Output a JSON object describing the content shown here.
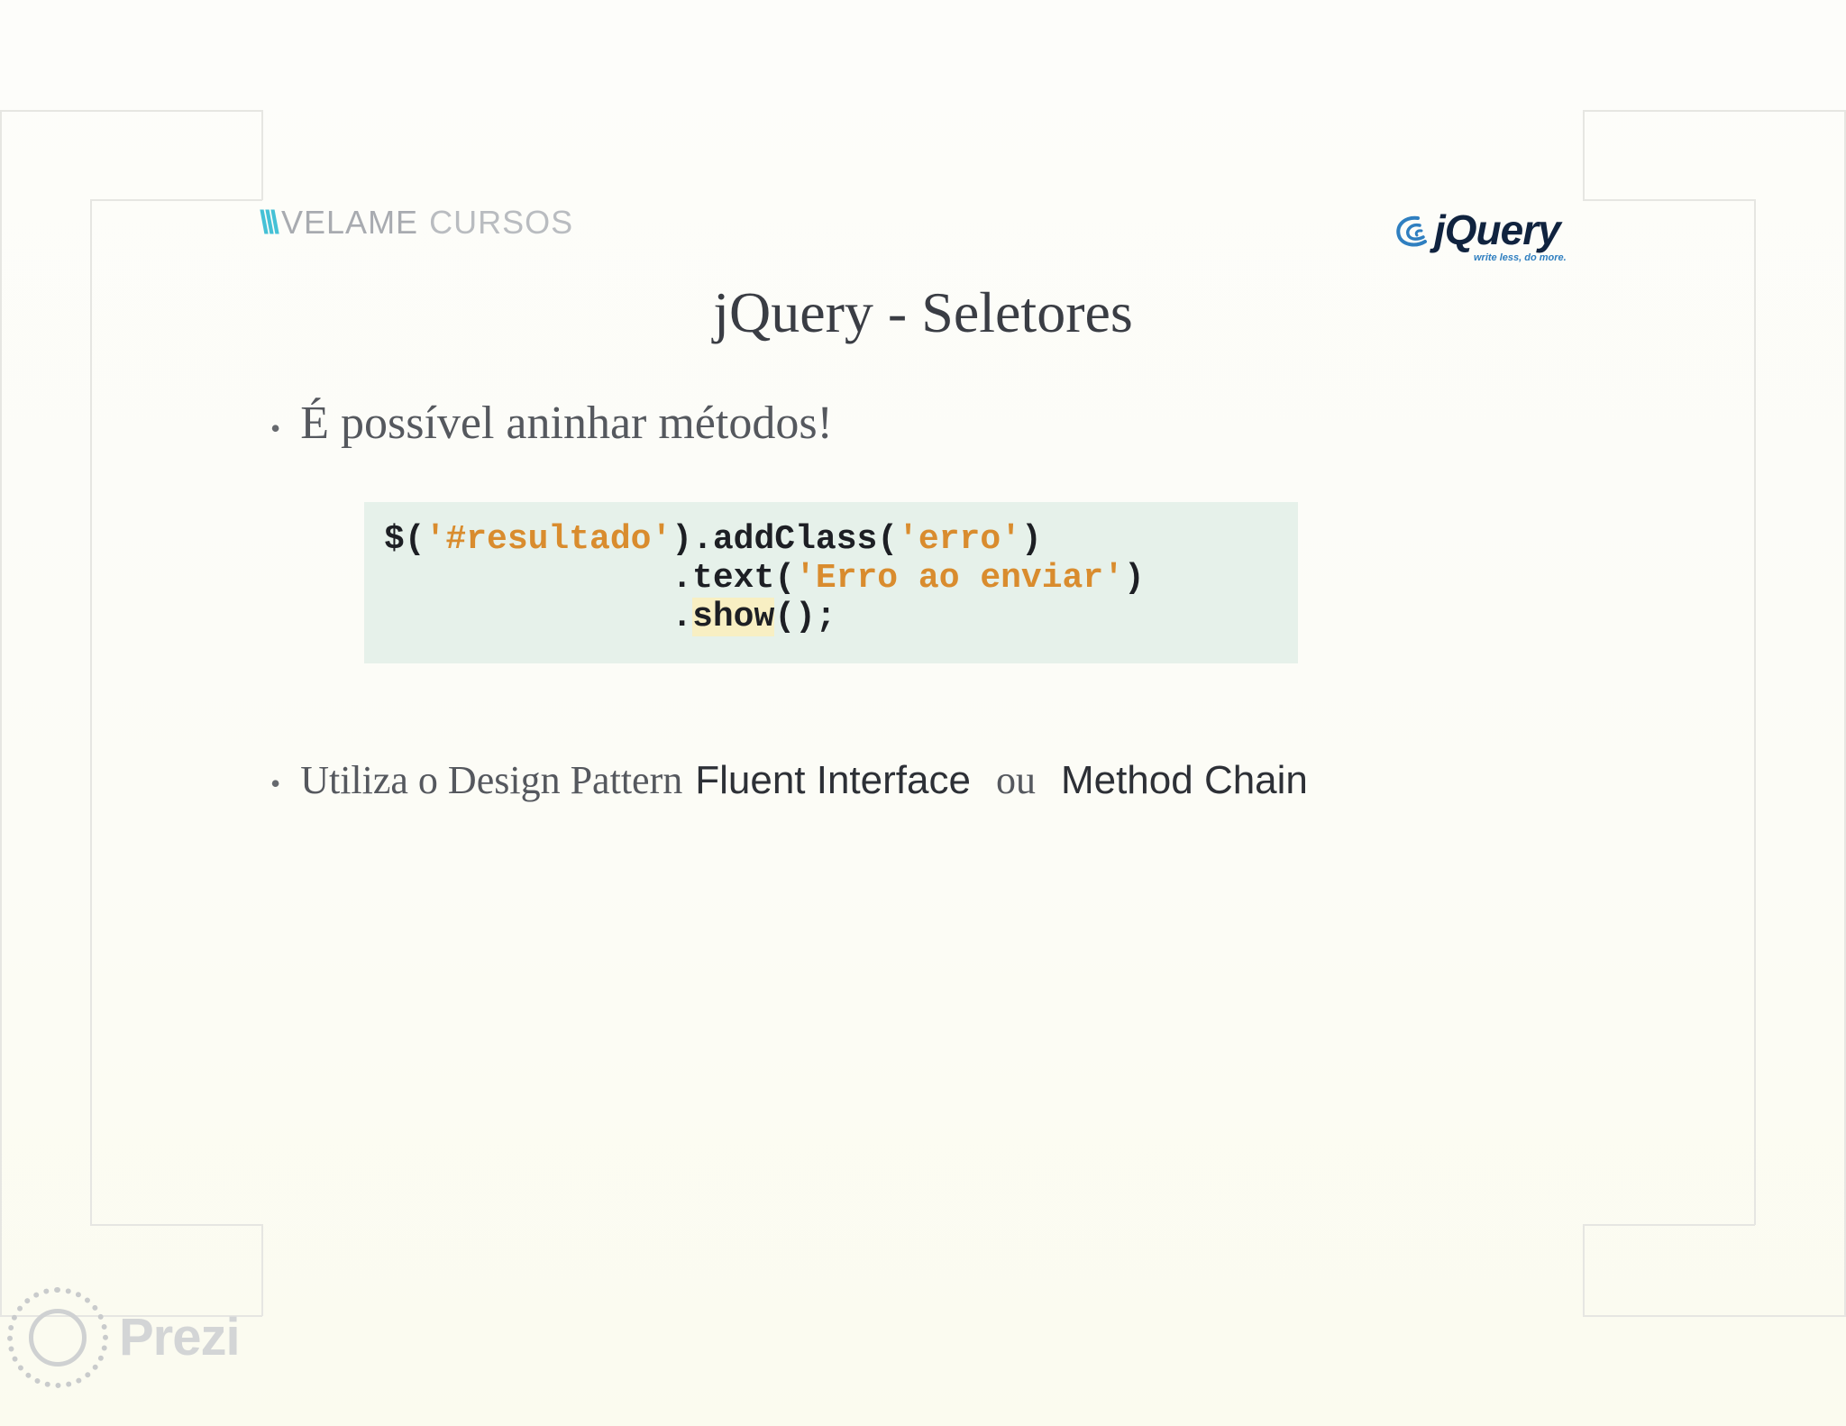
{
  "slide": {
    "brand": {
      "slashes": "\\\\\\",
      "word1": "VELAME",
      "word2": "CURSOS"
    },
    "jquery_logo": {
      "word": "jQuery",
      "tagline": "write less, do more."
    },
    "title": "jQuery - Seletores",
    "bullet1": "É possível aninhar métodos!",
    "code": {
      "line1": {
        "pre": "$(",
        "str1": "'#resultado'",
        "mid": ").addClass(",
        "str2": "'erro'",
        "post": ")"
      },
      "line2": {
        "indent": "              ",
        "pre": ".text(",
        "str": "'Erro ao enviar'",
        "post": ")"
      },
      "line3": {
        "indent": "              ",
        "dot": ".",
        "method": "show",
        "post": "();"
      }
    },
    "bullet2": {
      "text1": "Utiliza o Design Pattern",
      "emph1": "Fluent Interface",
      "text2": "ou",
      "emph2": "Method Chain"
    }
  },
  "badge": {
    "word": "Prezi"
  },
  "colors": {
    "code_background": "#e6f1ea",
    "string": "#d98c2e",
    "brand_accent": "#45c1d6",
    "jquery_blue": "#2f7fc0"
  }
}
